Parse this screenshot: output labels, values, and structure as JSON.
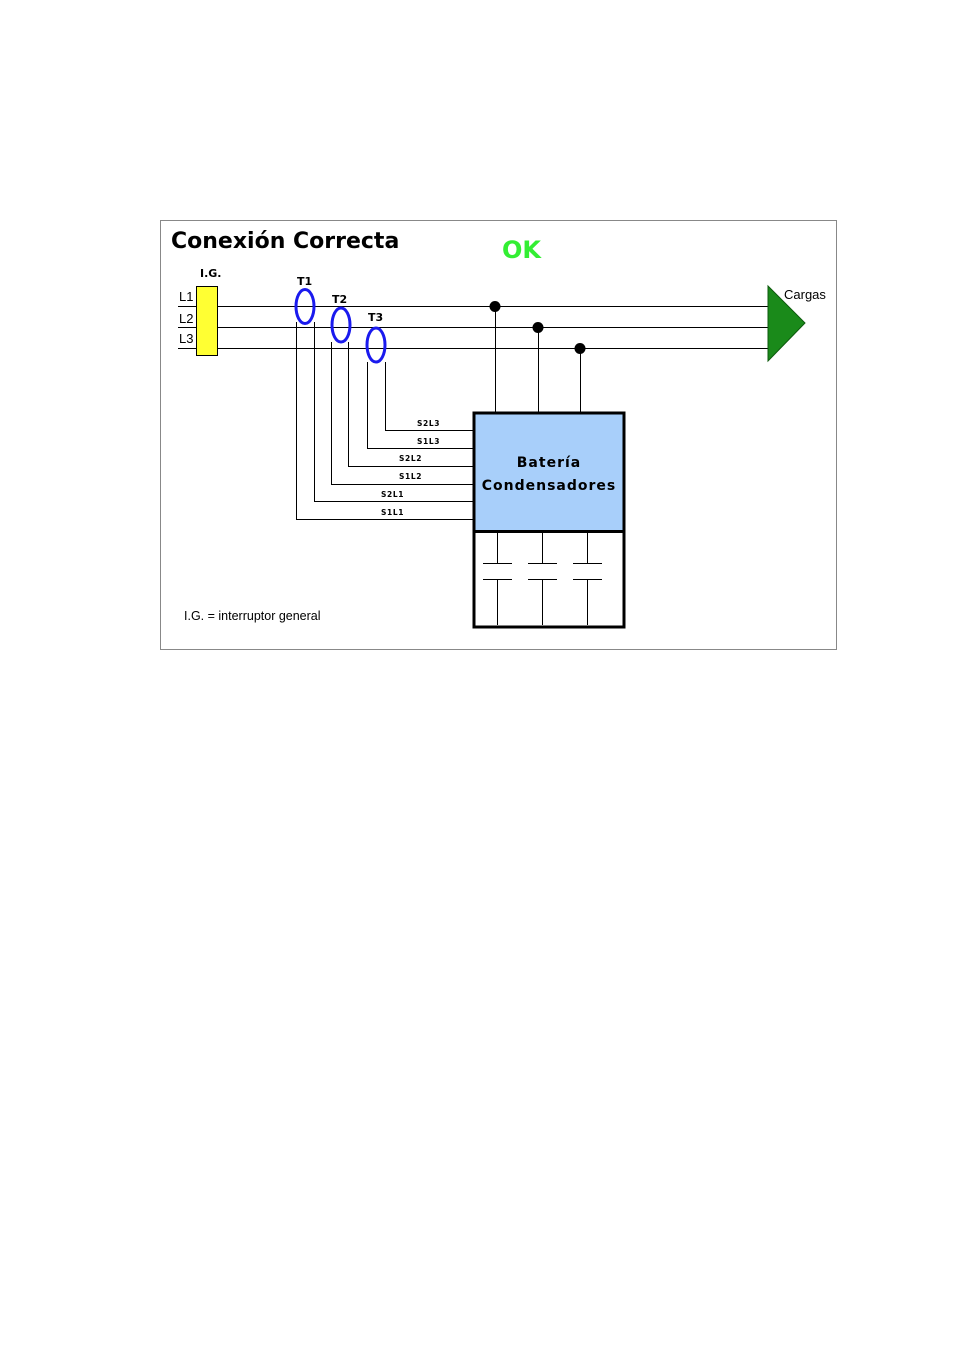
{
  "diagram": {
    "title": "Conexión Correcta",
    "status": "OK",
    "breaker_label": "I.G.",
    "lines": [
      "L1",
      "L2",
      "L3"
    ],
    "transformers": [
      "T1",
      "T2",
      "T3"
    ],
    "load_label": "Cargas",
    "signal_labels": [
      "S2L3",
      "S1L3",
      "S2L2",
      "S1L2",
      "S2L1",
      "S1L1"
    ],
    "battery_label_line1": "Batería",
    "battery_label_line2": "Condensadores",
    "legend": "I.G. = interruptor general",
    "colors": {
      "status": "#33ee33",
      "breaker": "#ffff33",
      "transformer": "#1a1aee",
      "load": "#1a8a1a",
      "battery": "#a8cffa"
    }
  }
}
